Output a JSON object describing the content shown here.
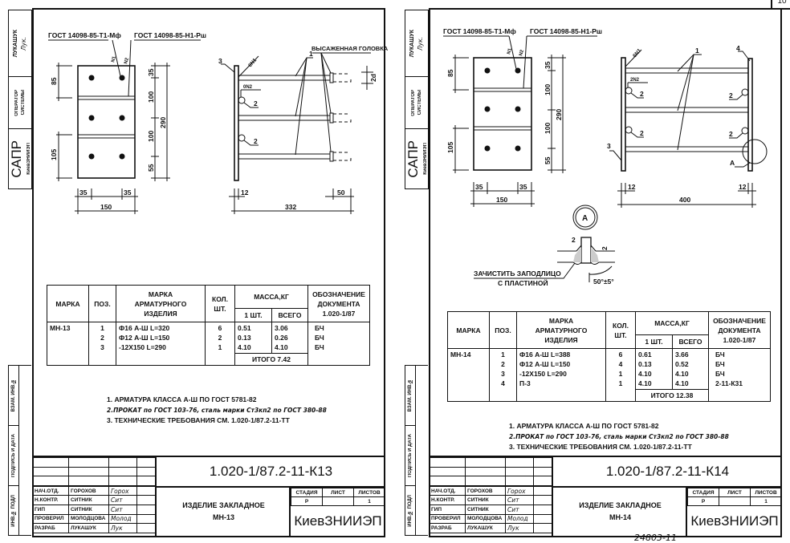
{
  "page_number": "10",
  "archive_stamp": "24803-11",
  "sheets": [
    {
      "strip": {
        "author": "ЛУКАШУК",
        "author_sign": "Лук.",
        "operator_1": "ОПЕРАТОР",
        "operator_2": "СИСТЕМЫ",
        "sapr": "САПР",
        "sapr_org": "КиевЗНИИЭП",
        "vzam": "ВЗАМ. ИНВ.№",
        "podpis": "ПОДПИСЬ И ДАТА",
        "inv": "ИНВ.№ ПОДЛ"
      },
      "drawing": {
        "gost_1": "ГОСТ 14098-85-Т1-Мф",
        "gost_2": "ГОСТ 14098-85-Н1-Рш",
        "mark_1": "N1",
        "mark_2": "N2",
        "plan_dims": {
          "top_left": "85",
          "bottom_left": "105",
          "r1": "35",
          "r2": "100",
          "r3": "100",
          "r4": "55",
          "total": "290",
          "b1": "35",
          "b2": "35",
          "width": "150"
        },
        "side": {
          "head_label": "ВЫСАЖЕННАЯ ГОЛОВКА",
          "weld_1": "6N1",
          "weld_2": "0N2",
          "pos_1": "1",
          "pos_2": "2",
          "pos_3": "3",
          "dim_d": "2d",
          "dim_plate": "12",
          "dim_head": "50",
          "dim_length": "332"
        }
      },
      "table": {
        "headers": {
          "mark": "МАРКА",
          "pos": "ПОЗ.",
          "item_1": "МАРКА",
          "item_2": "АРМАТУРНОГО",
          "item_3": "ИЗДЕЛИЯ",
          "qty_1": "КОЛ.",
          "qty_2": "ШТ.",
          "mass": "МАССА,КГ",
          "mass_one": "1 ШТ.",
          "mass_total": "ВСЕГО",
          "doc_1": "ОБОЗНАЧЕНИЕ",
          "doc_2": "ДОКУМЕНТА",
          "doc_3": "1.020-1/87"
        },
        "mark": "МН-13",
        "rows": [
          {
            "pos": "1",
            "item": "Ф16 А-Ш L=320",
            "qty": "6",
            "mass_one": "0.51",
            "mass_total": "3.06",
            "doc": "БЧ"
          },
          {
            "pos": "2",
            "item": "Ф12 А-Ш L=150",
            "qty": "2",
            "mass_one": "0.13",
            "mass_total": "0.26",
            "doc": "БЧ"
          },
          {
            "pos": "3",
            "item": "-12Х150 L=290",
            "qty": "1",
            "mass_one": "4.10",
            "mass_total": "4.10",
            "doc": "БЧ"
          }
        ],
        "total": "ИТОГО 7.42"
      },
      "notes": [
        "1. АРМАТУРА КЛАССА А-Ш ПО ГОСТ 5781-82",
        "2.ПРОКАТ по ГОСТ 103-76, сталь марки Ст3кп2 по ГОСТ 380-88",
        "3. ТЕХНИЧЕСКИЕ ТРЕБОВАНИЯ СМ. 1.020-1/87.2-11-ТТ"
      ],
      "title_block": {
        "code": "1.020-1/87.2-11-К13",
        "name_1": "ИЗДЕЛИЕ ЗАКЛАДНОЕ",
        "name_2": "МН-13",
        "stage_label": "СТАДИЯ",
        "sheet_label": "ЛИСТ",
        "sheets_label": "ЛИСТОВ",
        "stage": "Р",
        "sheet": "",
        "sheets": "1",
        "org": "КиевЗНИИЭП",
        "staff": [
          {
            "role": "НАЧ.ОТД.",
            "name": "ГОРОХОВ",
            "sign": "Горох"
          },
          {
            "role": "Н.КОНТР.",
            "name": "СИТНИК",
            "sign": "Сит"
          },
          {
            "role": "ГИП",
            "name": "СИТНИК",
            "sign": "Сит"
          },
          {
            "role": "ПРОВЕРИЛ",
            "name": "МОЛОДЦОВА",
            "sign": "Молод"
          },
          {
            "role": "РАЗРАБ",
            "name": "ЛУКАШУК",
            "sign": "Лук"
          }
        ]
      }
    },
    {
      "strip": {
        "author": "ЛУКАШУК",
        "author_sign": "Лук.",
        "operator_1": "ОПЕРАТОР",
        "operator_2": "СИСТЕМЫ",
        "sapr": "САПР",
        "sapr_org": "КиевЗНИИЭП",
        "vzam": "ВЗАМ. ИНВ.№",
        "podpis": "ПОДПИСЬ И ДАТА",
        "inv": "ИНВ.№ ПОДЛ"
      },
      "drawing": {
        "gost_1": "ГОСТ 14098-85-Т1-Мф",
        "gost_2": "ГОСТ 14098-85-Н1-Рш",
        "mark_1": "N1",
        "mark_2": "N2",
        "plan_dims": {
          "top_left": "85",
          "bottom_left": "105",
          "r1": "35",
          "r2": "100",
          "r3": "100",
          "r4": "55",
          "total": "290",
          "b1": "35",
          "b2": "35",
          "width": "150"
        },
        "side": {
          "weld_1": "6N1",
          "weld_2": "2N2",
          "pos_1": "1",
          "pos_2": "2",
          "pos_3": "3",
          "pos_4": "4",
          "detail": "А",
          "dim_plate_l": "12",
          "dim_plate_r": "12",
          "dim_length": "400"
        },
        "detail": {
          "callout": "А",
          "dim_1": "2",
          "dim_2": "2",
          "note_1": "ЗАЧИСТИТЬ ЗАПОДЛИЦО",
          "note_2": "С ПЛАСТИНОЙ",
          "angle": "50°±5°"
        }
      },
      "table": {
        "headers": {
          "mark": "МАРКА",
          "pos": "ПОЗ.",
          "item_1": "МАРКА",
          "item_2": "АРМАТУРНОГО",
          "item_3": "ИЗДЕЛИЯ",
          "qty_1": "КОЛ.",
          "qty_2": "ШТ.",
          "mass": "МАССА,КГ",
          "mass_one": "1 ШТ.",
          "mass_total": "ВСЕГО",
          "doc_1": "ОБОЗНАЧЕНИЕ",
          "doc_2": "ДОКУМЕНТА",
          "doc_3": "1.020-1/87"
        },
        "mark": "МН-14",
        "rows": [
          {
            "pos": "1",
            "item": "Ф16 А-Ш L=388",
            "qty": "6",
            "mass_one": "0.61",
            "mass_total": "3.66",
            "doc": "БЧ"
          },
          {
            "pos": "2",
            "item": "Ф12 А-Ш L=150",
            "qty": "4",
            "mass_one": "0.13",
            "mass_total": "0.52",
            "doc": "БЧ"
          },
          {
            "pos": "3",
            "item": "-12Х150 L=290",
            "qty": "1",
            "mass_one": "4.10",
            "mass_total": "4.10",
            "doc": "БЧ"
          },
          {
            "pos": "4",
            "item": "П-3",
            "qty": "1",
            "mass_one": "4.10",
            "mass_total": "4.10",
            "doc": "2-11-К31"
          }
        ],
        "total": "ИТОГО 12.38"
      },
      "notes": [
        "1. АРМАТУРА КЛАССА А-Ш ПО ГОСТ 5781-82",
        "2.ПРОКАТ по ГОСТ 103-76, сталь марки Ст3кп2 по ГОСТ 380-88",
        "3. ТЕХНИЧЕСКИЕ ТРЕБОВАНИЯ СМ. 1.020-1/87.2-11-ТТ"
      ],
      "title_block": {
        "code": "1.020-1/87.2-11-К14",
        "name_1": "ИЗДЕЛИЕ ЗАКЛАДНОЕ",
        "name_2": "МН-14",
        "stage_label": "СТАДИЯ",
        "sheet_label": "ЛИСТ",
        "sheets_label": "ЛИСТОВ",
        "stage": "Р",
        "sheet": "",
        "sheets": "1",
        "org": "КиевЗНИИЭП",
        "staff": [
          {
            "role": "НАЧ.ОТД.",
            "name": "ГОРОХОВ",
            "sign": "Горох"
          },
          {
            "role": "Н.КОНТР.",
            "name": "СИТНИК",
            "sign": "Сит"
          },
          {
            "role": "ГИП",
            "name": "СИТНИК",
            "sign": "Сит"
          },
          {
            "role": "ПРОВЕРИЛ",
            "name": "МОЛОДЦОВА",
            "sign": "Молод"
          },
          {
            "role": "РАЗРАБ",
            "name": "ЛУКАШУК",
            "sign": "Лук"
          }
        ]
      }
    }
  ]
}
